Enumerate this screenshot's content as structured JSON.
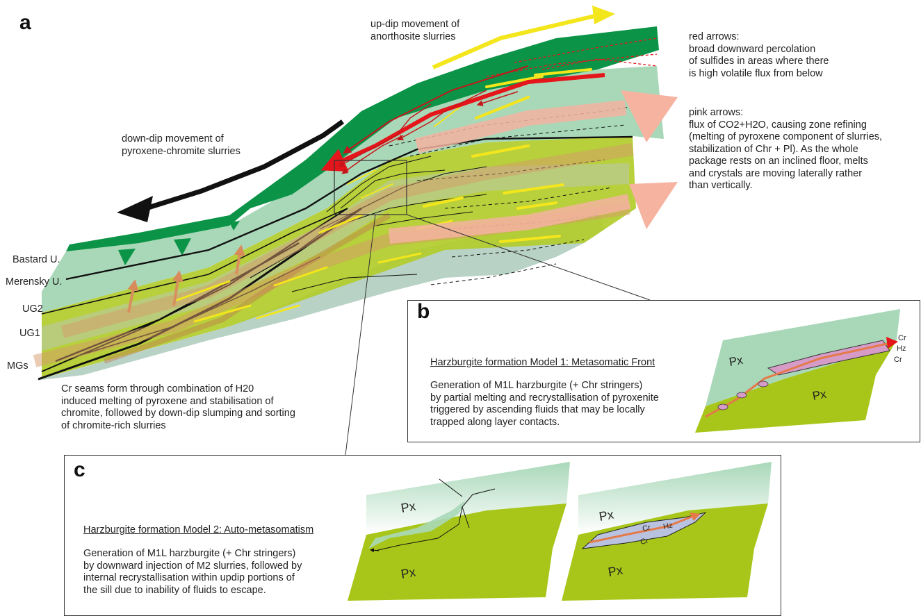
{
  "panel_a": {
    "letter": "a",
    "layers": {
      "bastard": "Bastard U.",
      "merensky": "Merensky U.",
      "ug2": "UG2",
      "ug1": "UG1",
      "mgs": "MGs"
    },
    "updip_note": "up-dip movement of\nanorthosite slurries",
    "downdip_note": "down-dip movement of\npyroxene-chromite slurries",
    "red_arrows_note": "red arrows:\nbroad downward percolation\nof sulfides in areas where there\nis high volatile flux from below",
    "pink_arrows_note": "pink arrows:\nflux of CO2+H2O, causing zone refining\n(melting of pyroxene component of slurries,\nstabilization of Chr + Pl). As the whole\npackage rests on an inclined floor, melts\nand crystals are moving laterally rather\nthan vertically.",
    "cr_seams_note": "Cr seams form through combination of H20\ninduced melting of pyroxene and stabilisation of\nchromite, followed by down-dip slumping and sorting\nof chromite-rich slurries"
  },
  "panel_b": {
    "letter": "b",
    "title": "Harzburgite formation Model 1: Metasomatic Front",
    "text": "Generation of M1L harzburgite (+ Chr stringers)\nby partial melting and recrystallisation of pyroxenite\ntriggered by ascending fluids that may be locally\ntrapped along layer contacts.",
    "labels": {
      "px_upper": "Px",
      "px_lower": "Px",
      "cr_top": "Cr",
      "hz": "Hz",
      "cr_bottom": "Cr"
    }
  },
  "panel_c": {
    "letter": "c",
    "title": "Harzburgite formation Model 2: Auto-metasomatism",
    "text": "Generation of M1L harzburgite (+ Chr stringers)\nby downward injection of M2 slurries, followed by\ninternal recrystallisation within updip portions of\nthe sill due to inability of fluids to escape.",
    "left_labels": {
      "px_upper": "Px",
      "px_lower": "Px"
    },
    "right_labels": {
      "px_upper": "Px",
      "px_lower": "Px",
      "cr_top": "Cr",
      "hz": "Hz",
      "cr_bottom": "Cr"
    }
  },
  "colors": {
    "dark_green": "#0b9447",
    "pale_green": "#a9d8b8",
    "lime": "#a8c61a",
    "grey_green": "#b5cfc2",
    "yellow": "#f4e61c",
    "red": "#e4161b",
    "pink": "#f5b3a0",
    "orange": "#e38a52",
    "black": "#111111"
  }
}
